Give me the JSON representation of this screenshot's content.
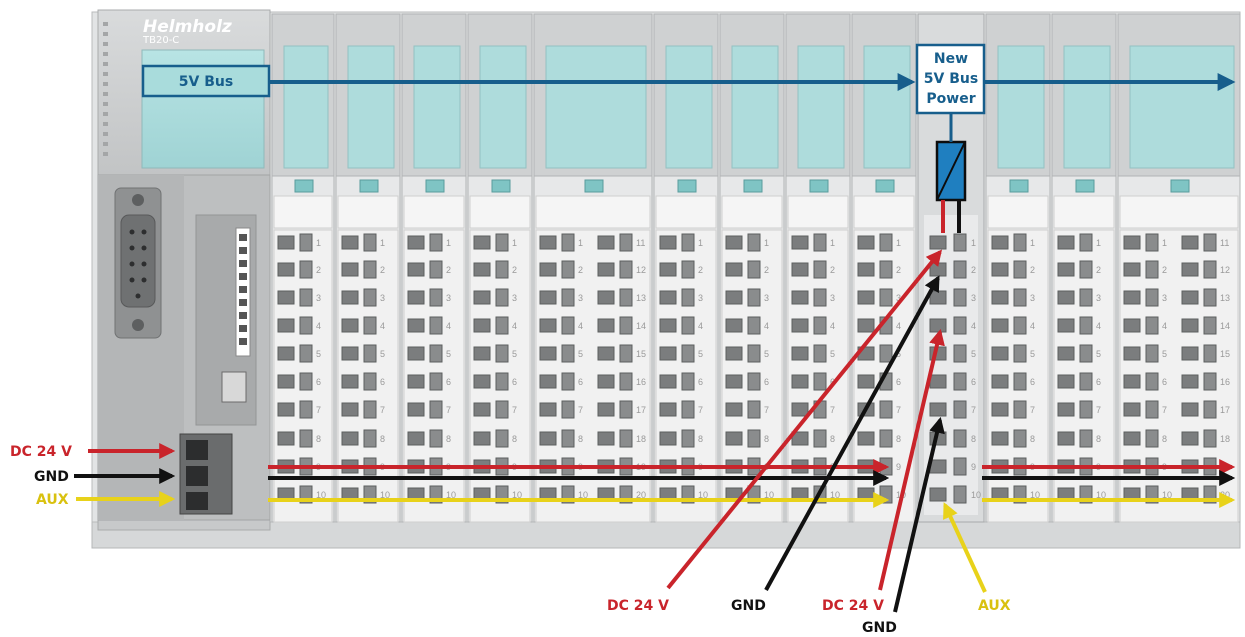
{
  "device": {
    "brand": "Helmholz",
    "model": "TB20-C"
  },
  "labels": {
    "bus": "5V Bus",
    "new_bus_power": [
      "New",
      "5V Bus",
      "Power"
    ],
    "left_dc24": "DC 24 V",
    "left_gnd": "GND",
    "left_aux": "AUX",
    "bottom_dc24_a": "DC 24 V",
    "bottom_gnd_a": "GND",
    "bottom_dc24_b": "DC 24 V",
    "bottom_gnd_b": "GND",
    "bottom_aux": "AUX"
  },
  "terminal_numbers": {
    "left": [
      "1",
      "2",
      "3",
      "4",
      "5",
      "6",
      "7",
      "8",
      "9",
      "10"
    ],
    "right": [
      "11",
      "12",
      "13",
      "14",
      "15",
      "16",
      "17",
      "18",
      "19",
      "20"
    ]
  },
  "colors": {
    "bus_blue": "#175e8c",
    "dc24_red": "#c9242b",
    "gnd_black": "#111111",
    "aux_yellow": "#e8d21a",
    "module_grey": "#cfd1d2",
    "window_teal": "#a9dcdc",
    "terminal_white": "#f3f3f3"
  }
}
